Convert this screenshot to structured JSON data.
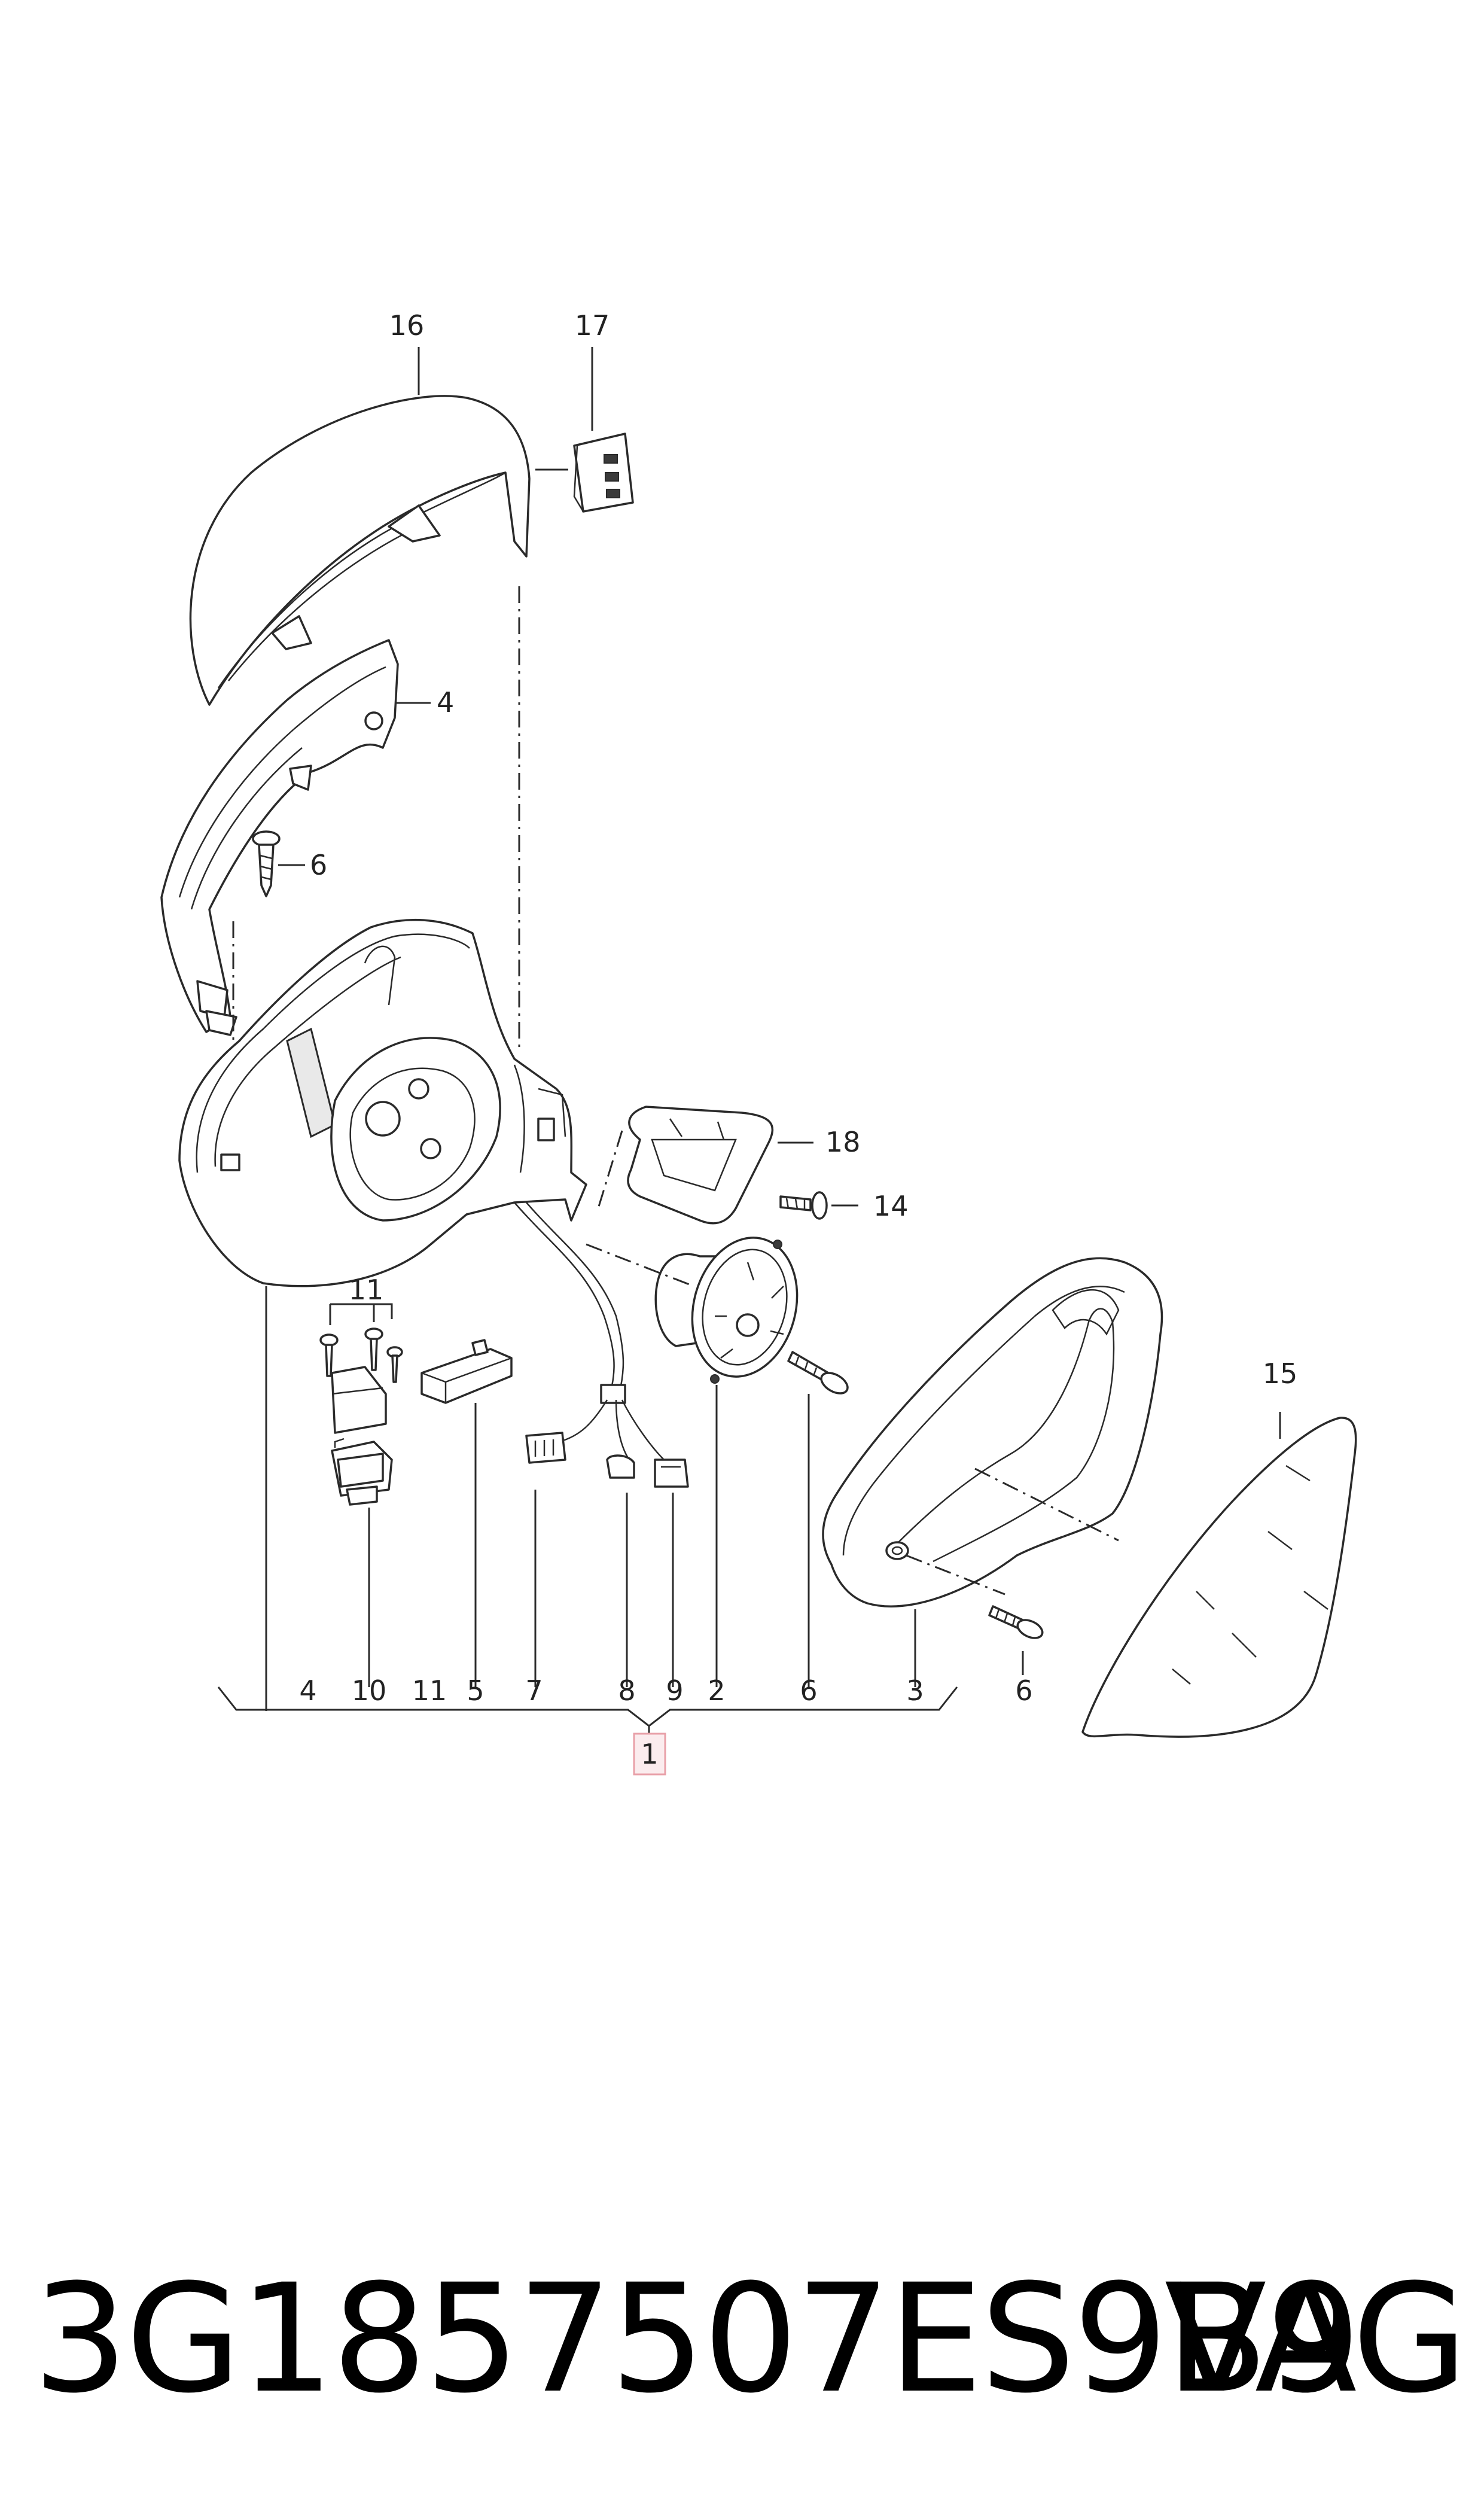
{
  "diagram": {
    "callouts": {
      "c16": "16",
      "c17": "17",
      "c4_top": "4",
      "c6_top": "6",
      "c18": "18",
      "c14": "14",
      "c15": "15",
      "c11_top": "11",
      "bottom_4": "4",
      "bottom_10": "10",
      "bottom_11": "11",
      "bottom_5": "5",
      "bottom_7": "7",
      "bottom_8": "8",
      "bottom_9": "9",
      "bottom_2": "2",
      "bottom_6": "6",
      "bottom_3": "3",
      "right_6": "6",
      "assembly": "1"
    },
    "colors": {
      "assembly_box_border": "#e8a0a8",
      "assembly_box_fill": "#fbecee",
      "line": "#2a2a2a"
    }
  },
  "footer": {
    "part_number": "3G1857507ES9B9",
    "brand": "VAG"
  }
}
